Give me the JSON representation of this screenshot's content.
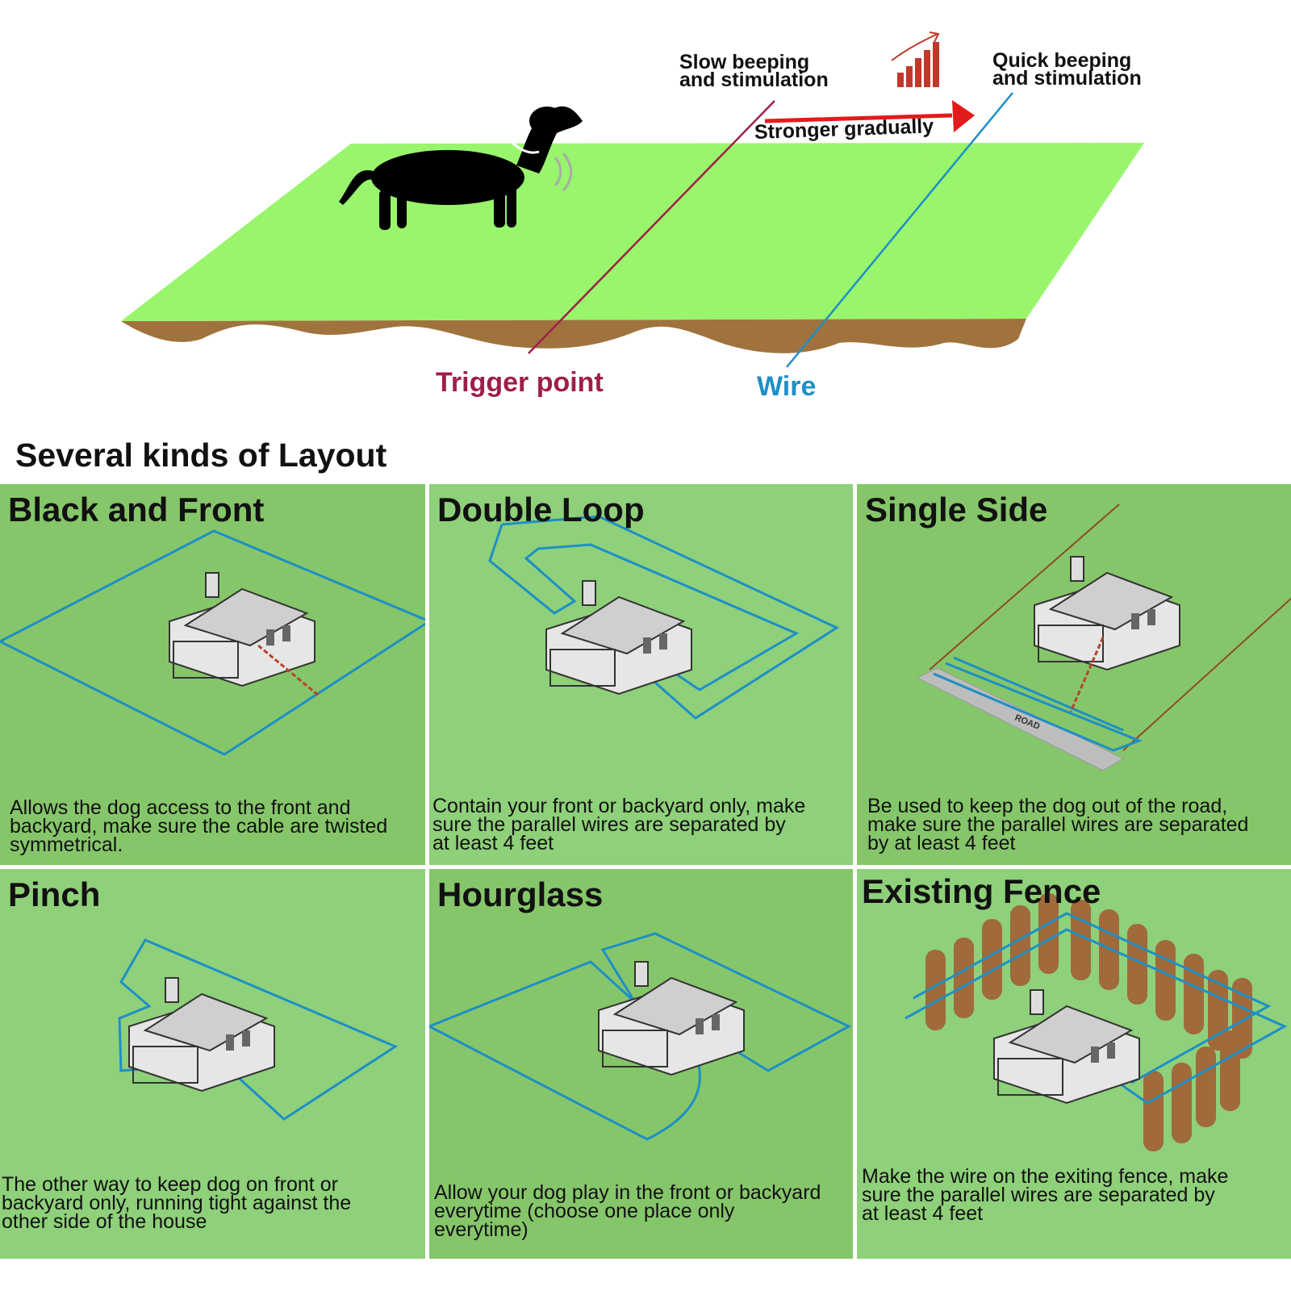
{
  "diagram": {
    "slow_label": "Slow beeping\nand stimulation",
    "quick_label": "Quick beeping\nand stimulation",
    "stronger_label": "Stronger gradually",
    "trigger_label": "Trigger point",
    "wire_label": "Wire",
    "colors": {
      "grass": "#99f56c",
      "soil": "#a0733e",
      "trigger": "#9e1f46",
      "wire": "#1e8fc6",
      "arrow": "#e21b1b",
      "panel_a": "#86c66a",
      "panel_b": "#8fd07a"
    }
  },
  "section_title": "Several kinds of Layout",
  "panels": [
    {
      "title": "Black and Front",
      "desc": "Allows the dog access to the front and\nbackyard, make sure the cable are twisted\nsymmetrical."
    },
    {
      "title": "Double Loop",
      "desc": "Contain your front or backyard only, make\nsure the parallel wires are separated by\nat least 4 feet"
    },
    {
      "title": "Single Side",
      "desc": "Be used to keep the dog out of the road,\nmake sure the parallel wires are separated\nby at least 4 feet",
      "road_label": "ROAD"
    },
    {
      "title": "Pinch",
      "desc": "The other way to keep dog on front or\nbackyard only, running tight against the\nother side of the house"
    },
    {
      "title": "Hourglass",
      "desc": "Allow your dog play in the front or backyard\neverytime (choose one place only\neverytime)"
    },
    {
      "title": "Existing Fence",
      "desc": "Make the wire on the exiting fence, make\nsure the parallel wires are separated by\nat least 4 feet"
    }
  ]
}
